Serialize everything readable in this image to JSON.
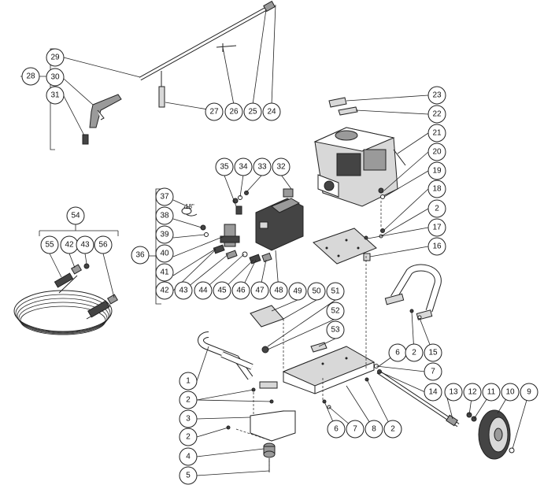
{
  "diagram": {
    "callouts": [
      "1",
      "2",
      "3",
      "4",
      "5",
      "6",
      "7",
      "8",
      "9",
      "10",
      "11",
      "12",
      "13",
      "14",
      "15",
      "16",
      "17",
      "18",
      "19",
      "20",
      "21",
      "22",
      "23",
      "24",
      "25",
      "26",
      "27",
      "28",
      "29",
      "30",
      "31",
      "32",
      "33",
      "34",
      "35",
      "36",
      "37",
      "38",
      "39",
      "40",
      "41",
      "42",
      "43",
      "44",
      "45",
      "46",
      "47",
      "48",
      "49",
      "50",
      "51",
      "52",
      "53",
      "54",
      "55",
      "56"
    ],
    "hose_length_note": "18\""
  }
}
